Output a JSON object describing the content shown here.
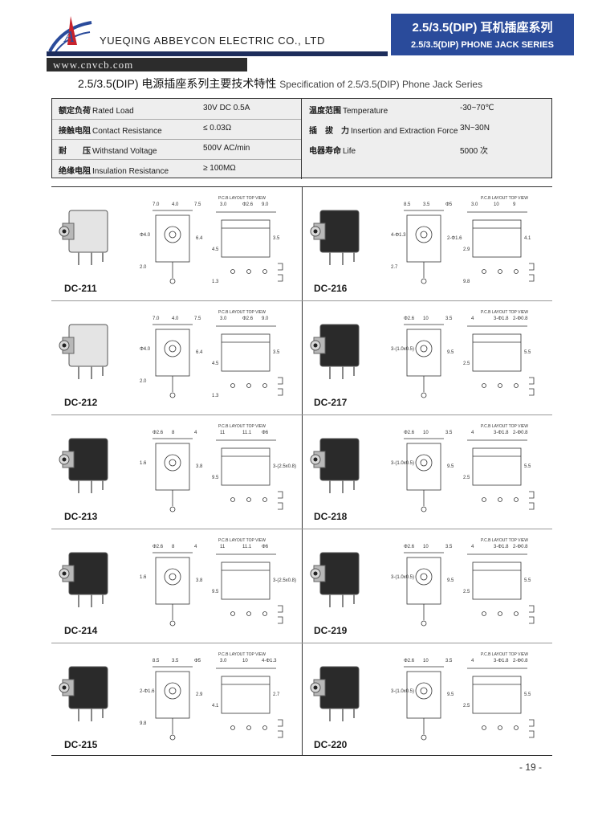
{
  "header": {
    "company": "YUEQING ABBEYCON ELECTRIC CO., LTD",
    "url": "www.cnvcb.com",
    "series_cn": "2.5/3.5(DIP) 耳机插座系列",
    "series_en": "2.5/3.5(DIP) PHONE JACK SERIES",
    "colors": {
      "brand_blue": "#2a4b9b",
      "logo_red": "#c8232c",
      "dark_bar": "#2c2c2c"
    }
  },
  "spec_section": {
    "title_cn": "2.5/3.5(DIP) 电源插座系列主要技术特性",
    "title_en": "Specification of 2.5/3.5(DIP) Phone Jack Series"
  },
  "specs": {
    "left": [
      {
        "cn": "额定负荷",
        "en": "Rated Load",
        "value": "30V DC 0.5A"
      },
      {
        "cn": "接触电阻",
        "en": "Contact Resistance",
        "value": "≤ 0.03Ω"
      },
      {
        "cn": "耐　　压",
        "en": "Withstand Voltage",
        "value": "500V AC/min"
      },
      {
        "cn": "绝缘电阻",
        "en": "Insulation Resistance",
        "value": "≥ 100MΩ"
      }
    ],
    "right": [
      {
        "cn": "温度范围",
        "en": "Temperature",
        "value": "-30~70℃"
      },
      {
        "cn": "插　拔　力",
        "en": "Insertion and Extraction Force",
        "value": "3N~30N"
      },
      {
        "cn": "电器寿命",
        "en": "Life",
        "value": "5000 次"
      }
    ]
  },
  "pcb_label": "P.C.B LAYOUT TOP VIEW",
  "models": [
    {
      "name": "DC-211",
      "dims": [
        "7.0",
        "4.0",
        "7.5",
        "3.0",
        "Φ2.6",
        "9.0",
        "Φ4.0",
        "6.4",
        "4.5",
        "3.5",
        "2.0",
        "1.3"
      ]
    },
    {
      "name": "DC-216",
      "dims": [
        "8.5",
        "3.5",
        "Φ5",
        "3.0",
        "10",
        "9",
        "4-Φ1.3",
        "2-Φ1.6",
        "2.9",
        "4.1",
        "2.7",
        "9.8"
      ]
    },
    {
      "name": "DC-212",
      "dims": [
        "7.0",
        "4.0",
        "7.5",
        "3.0",
        "Φ2.6",
        "9.0",
        "Φ4.0",
        "6.4",
        "4.5",
        "3.5",
        "2.0",
        "1.3"
      ]
    },
    {
      "name": "DC-217",
      "dims": [
        "Φ2.6",
        "10",
        "3.5",
        "4",
        "3-Φ1.8",
        "2-Φ0.8",
        "3-(1.0x0.5)",
        "9.5",
        "2.5",
        "5.5"
      ]
    },
    {
      "name": "DC-213",
      "dims": [
        "Φ2.6",
        "8",
        "4",
        "11",
        "11.1",
        "Φ6",
        "1.6",
        "3.8",
        "9.5",
        "3-(2.5x0.8)"
      ]
    },
    {
      "name": "DC-218",
      "dims": [
        "Φ2.6",
        "10",
        "3.5",
        "4",
        "3-Φ1.8",
        "2-Φ0.8",
        "3-(1.0x0.5)",
        "9.5",
        "2.5",
        "5.5"
      ]
    },
    {
      "name": "DC-214",
      "dims": [
        "Φ2.6",
        "8",
        "4",
        "11",
        "11.1",
        "Φ6",
        "1.6",
        "3.8",
        "9.5",
        "3-(2.5x0.8)"
      ]
    },
    {
      "name": "DC-219",
      "dims": [
        "Φ2.6",
        "10",
        "3.5",
        "4",
        "3-Φ1.8",
        "2-Φ0.8",
        "3-(1.0x0.5)",
        "9.5",
        "2.5",
        "5.5"
      ]
    },
    {
      "name": "DC-215",
      "dims": [
        "8.5",
        "3.5",
        "Φ5",
        "3.0",
        "10",
        "4-Φ1.3",
        "2-Φ1.6",
        "2.9",
        "4.1",
        "2.7",
        "9.8"
      ]
    },
    {
      "name": "DC-220",
      "dims": [
        "Φ2.6",
        "10",
        "3.5",
        "4",
        "3-Φ1.8",
        "2-Φ0.8",
        "3-(1.0x0.5)",
        "9.5",
        "2.5",
        "5.5"
      ]
    }
  ],
  "footer": {
    "page": "- 19 -"
  }
}
